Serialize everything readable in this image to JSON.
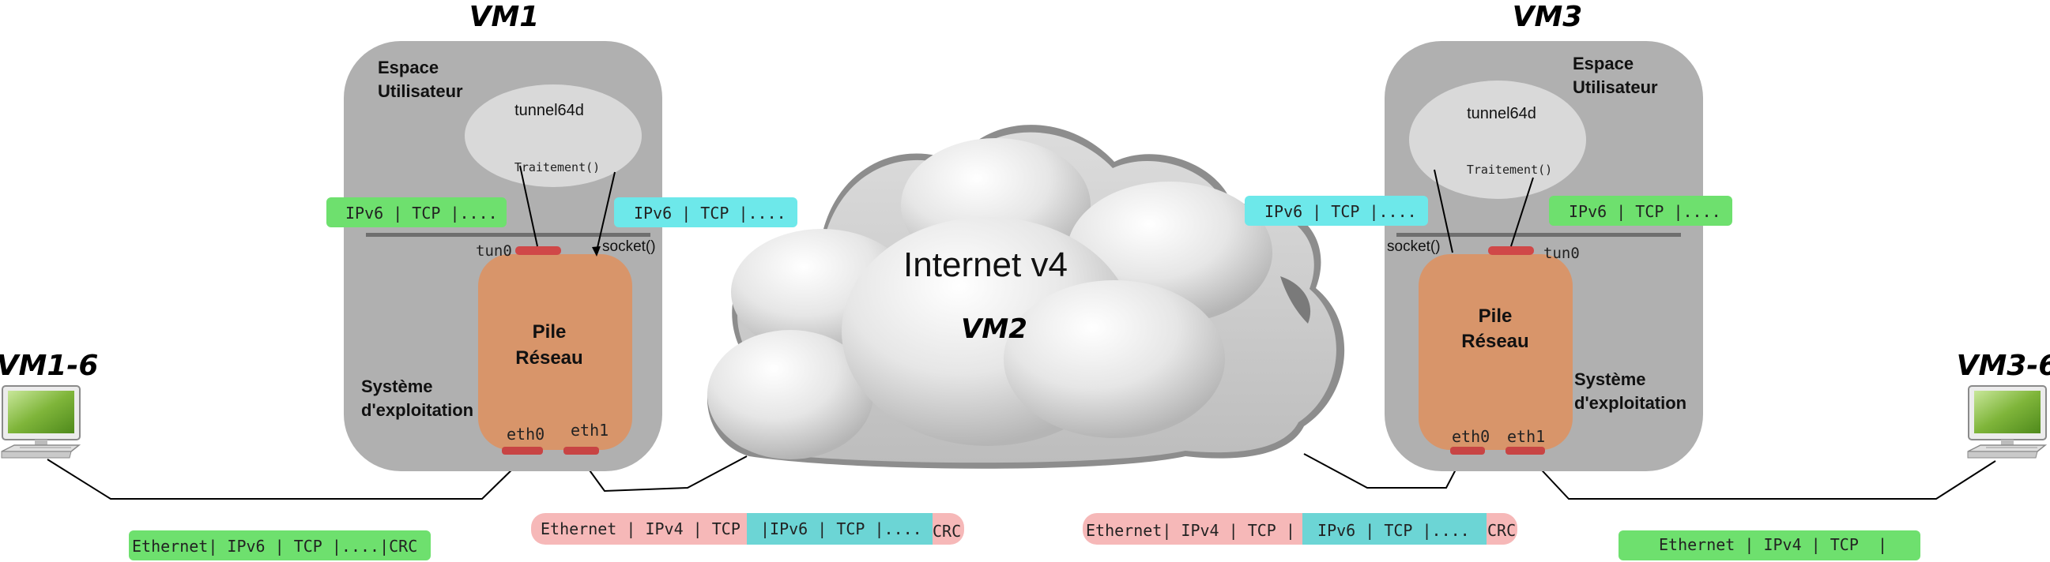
{
  "titles": {
    "vm1": "VM1",
    "vm3": "VM3",
    "vm1_6": "VM1-6",
    "vm3_6": "VM3-6"
  },
  "vm1": {
    "user_space": [
      "Espace",
      "Utilisateur"
    ],
    "process": "tunnel64d",
    "treatment": "Traitement()",
    "tun": "tun0",
    "socket": "socket()",
    "stack": [
      "Pile",
      "Réseau"
    ],
    "os": [
      "Système",
      "d'exploitation"
    ],
    "eth0": "eth0",
    "eth1": "eth1"
  },
  "vm3": {
    "user_space": [
      "Espace",
      "Utilisateur"
    ],
    "process": "tunnel64d",
    "treatment": "Traitement()",
    "tun": "tun0",
    "socket": "socket()",
    "stack": [
      "Pile",
      "Réseau"
    ],
    "os": [
      "Système",
      "d'exploitation"
    ],
    "eth0": "eth0",
    "eth1": "eth1"
  },
  "cloud": {
    "title": "Internet v4",
    "vm": "VM2"
  },
  "packets": {
    "vm1_tun": "IPv6 | TCP |....",
    "vm1_socket": "IPv6 | TCP |....",
    "vm3_socket": "IPv6 | TCP |....",
    "vm3_tun": "IPv6 | TCP |....",
    "host1": "Ethernet| IPv6 | TCP |....|CRC",
    "wire1_outer": "Ethernet | IPv4 | TCP ",
    "wire1_inner": "|IPv6 | TCP |....",
    "wire1_crc": "CRC",
    "wire2_outer": "Ethernet| IPv4 | TCP |",
    "wire2_inner": " IPv6 | TCP |....",
    "wire2_crc": "CRC",
    "host3": "Ethernet | IPv4 | TCP  |"
  },
  "colors": {
    "vm_box": "#b0b0b0",
    "process": "#d9d9d9",
    "stack": "#d8956a",
    "port": "#d04848",
    "green_packet": "#6ee06e",
    "cyan_packet": "#6de8ea",
    "pink_packet": "#f6b8b8",
    "teal_segment": "#6cd5d5"
  }
}
